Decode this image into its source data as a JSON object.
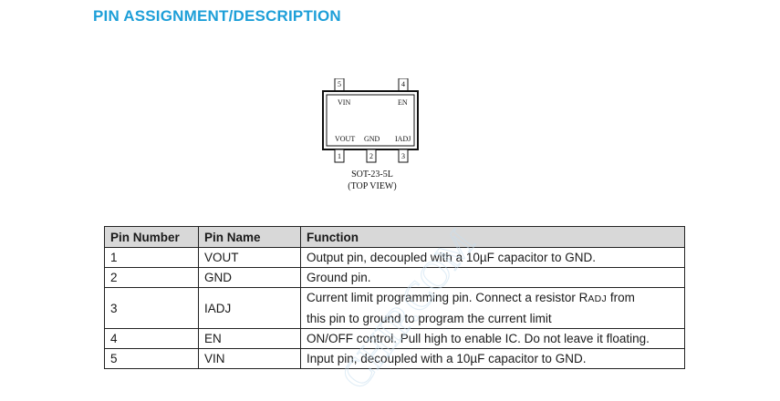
{
  "page": {
    "section_title": "PIN ASSIGNMENT/DESCRIPTION"
  },
  "diagram": {
    "top_pins": [
      {
        "number": "5",
        "label": "VIN"
      },
      {
        "number": "4",
        "label": "EN"
      }
    ],
    "bottom_pins": [
      {
        "number": "1",
        "label": "VOUT"
      },
      {
        "number": "2",
        "label": "GND"
      },
      {
        "number": "3",
        "label": "IADJ"
      }
    ],
    "package_name": "SOT-23-5L",
    "view_label": "(TOP VIEW)"
  },
  "table": {
    "headers": [
      "Pin Number",
      "Pin Name",
      "Function"
    ],
    "rows": [
      {
        "number": "1",
        "name": "VOUT",
        "function": "Output pin, decoupled with a 10µF capacitor to GND."
      },
      {
        "number": "2",
        "name": "GND",
        "function": "Ground pin."
      },
      {
        "number": "3",
        "name": "IADJ",
        "function_line1_pre": "Current limit programming pin. Connect a resistor R",
        "function_line1_sub": "ADJ",
        "function_line1_post": " from",
        "function_line2": "this pin to ground to program the current limit"
      },
      {
        "number": "4",
        "name": "EN",
        "function": "ON/OFF control. Pull high to enable IC. Do not leave it floating."
      },
      {
        "number": "5",
        "name": "VIN",
        "function": "Input pin, decoupled with a 10µF capacitor to GND."
      }
    ]
  },
  "watermark": {
    "text": "CHIP.COM",
    "color": "#c7dff0"
  }
}
